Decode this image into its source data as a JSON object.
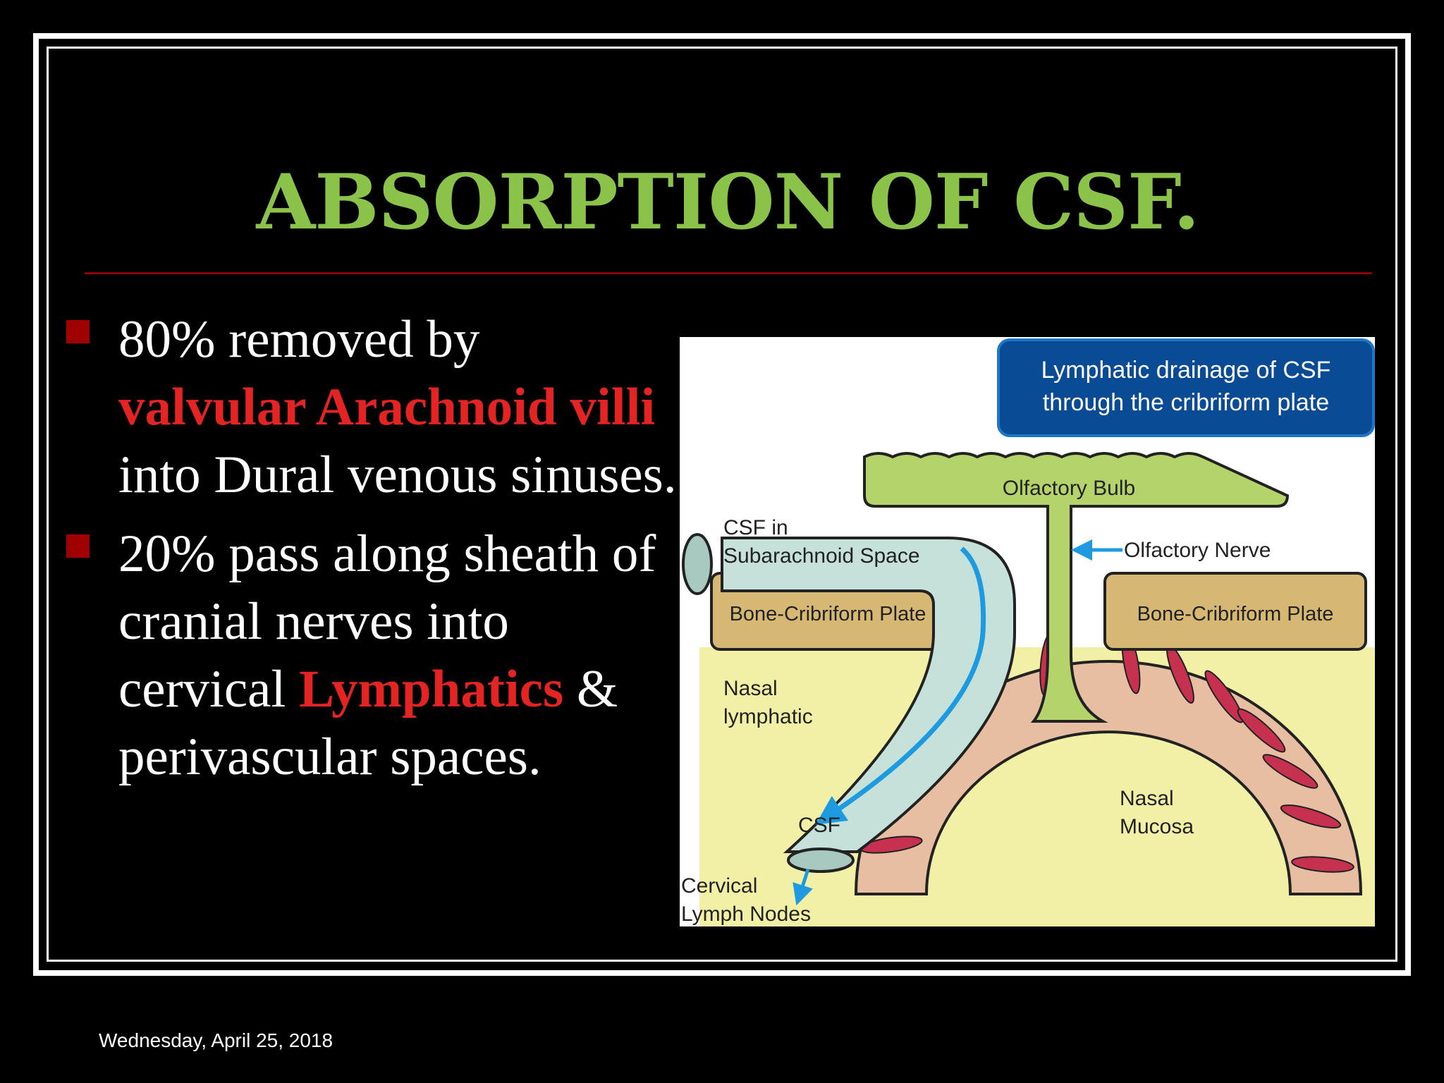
{
  "slide": {
    "title": "ABSORPTION OF CSF.",
    "bullets": [
      {
        "parts": {
          "p1": "80% removed by",
          "p2": "valvular  Arachnoid villi",
          "p3": "into Dural venous sinuses."
        }
      },
      {
        "parts": {
          "p1": "20% pass along sheath of cranial nerves into cervical",
          "p2": "Lymphatics",
          "p3": "& perivascular spaces."
        }
      }
    ],
    "footer_date": "Wednesday, April 25, 2018"
  },
  "diagram": {
    "banner_line1": "Lymphatic drainage of CSF",
    "banner_line2": "through the cribriform plate",
    "olfactory_bulb": "Olfactory Bulb",
    "olfactory_nerve": "Olfactory Nerve",
    "csf_in_line1": "CSF in",
    "csf_in_line2": "Subarachnoid Space",
    "bone_left": "Bone-Cribriform Plate",
    "bone_right": "Bone-Cribriform Plate",
    "nasal_lymphatic_line1": "Nasal",
    "nasal_lymphatic_line2": "lymphatic",
    "csf": "CSF",
    "nasal_mucosa_line1": "Nasal",
    "nasal_mucosa_line2": "Mucosa",
    "cervical_line1": "Cervical",
    "cervical_line2": "Lymph Nodes"
  },
  "colors": {
    "title": "#8bc34a",
    "highlight": "#e42323",
    "bullet_marker": "#a00000",
    "rule": "#8b0000"
  }
}
